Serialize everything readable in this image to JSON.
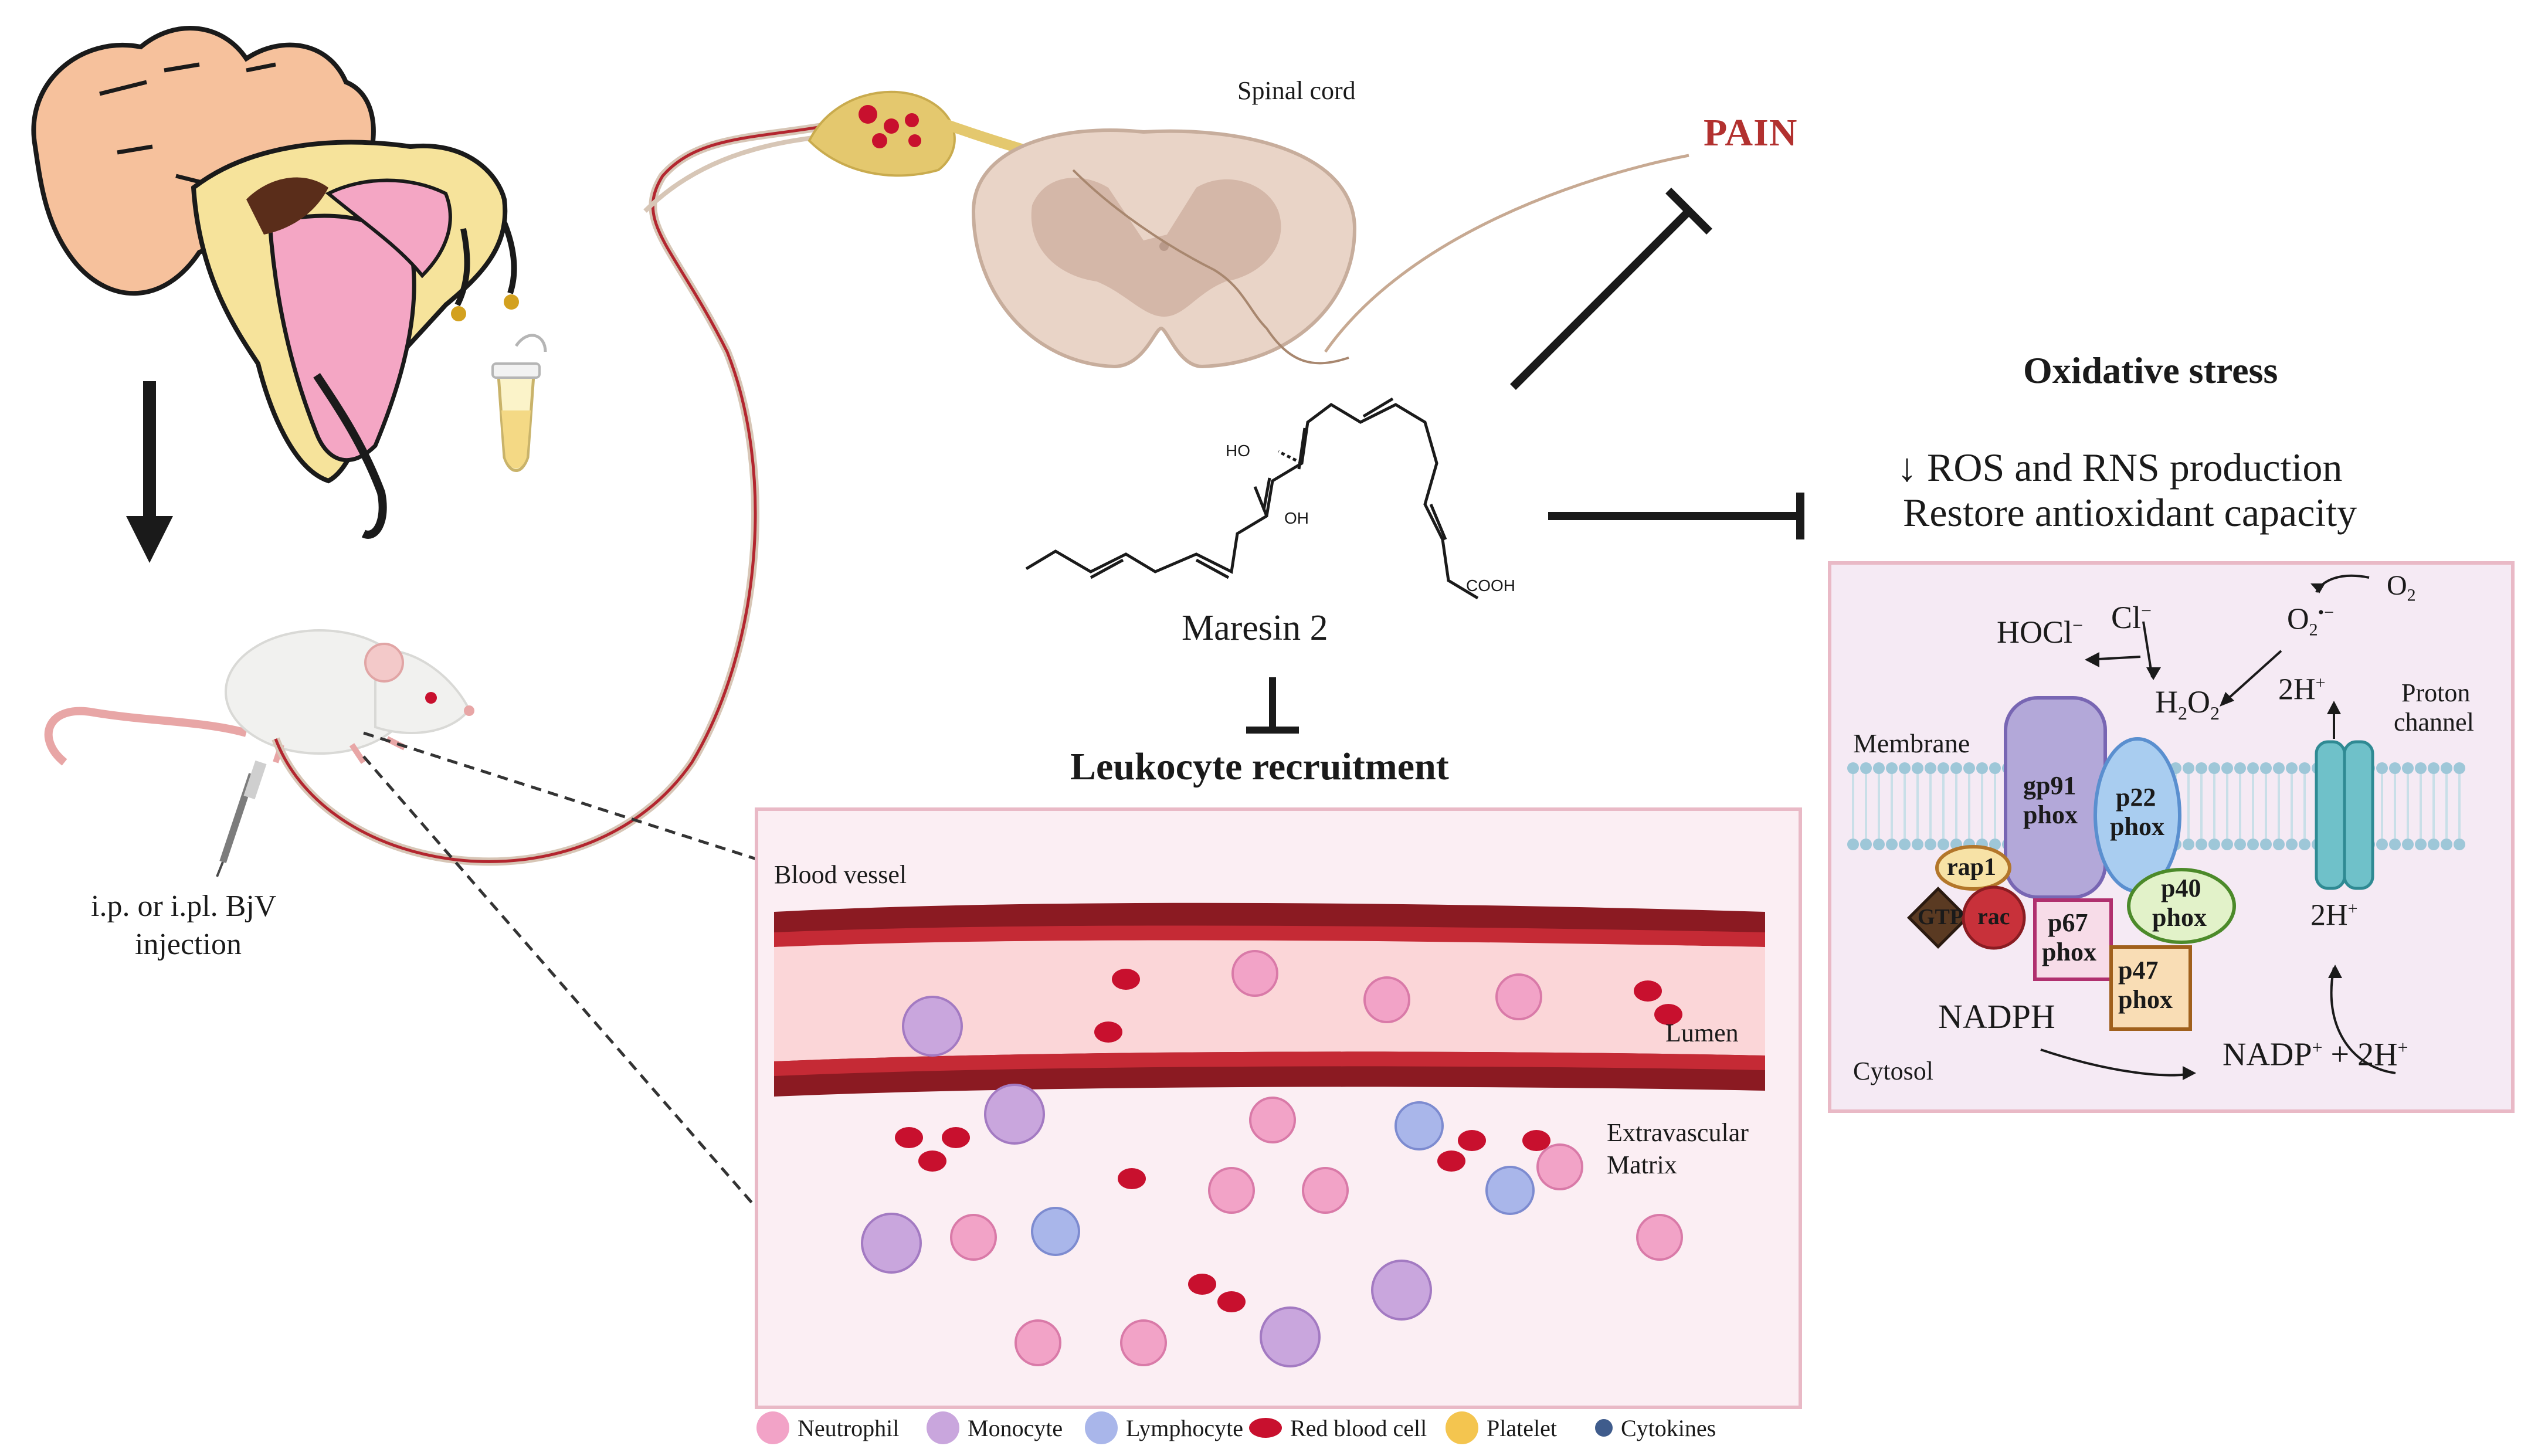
{
  "labels": {
    "spinal_cord": "Spinal cord",
    "pain": "PAIN",
    "maresin": "Maresin 2",
    "leukocyte": "Leukocyte recruitment",
    "oxidative": "Oxidative stress",
    "ros": "↓ ROS and RNS production",
    "antioxidant": "Restore antioxidant capacity",
    "injection_line1": "i.p. or i.pl. BjV",
    "injection_line2": "injection",
    "blood_vessel": "Blood vessel",
    "lumen": "Lumen",
    "extra_line1": "Extravascular",
    "extra_line2": "Matrix"
  },
  "molecule": {
    "ho": "HO",
    "oh": "OH",
    "cooh": "COOH"
  },
  "oxidative_panel": {
    "o2": "O",
    "o2_sub": "2",
    "superoxide": "O",
    "superoxide_sub": "2",
    "superoxide_sup": "•−",
    "hocl": "HOCl",
    "hocl_sup": "−",
    "cl": "Cl",
    "cl_sup": "−",
    "h2o2_h": "H",
    "h2o2_sub1": "2",
    "h2o2_o": "O",
    "h2o2_sub2": "2",
    "two_h_top": "2H",
    "two_h_top_sup": "+",
    "proton_line1": "Proton",
    "proton_line2": "channel",
    "membrane": "Membrane",
    "cytosol": "Cytosol",
    "nadph": "NADPH",
    "nadp": "NADP",
    "nadp_sup": "+",
    "nadp_rest": " + 2H",
    "nadp_rest_sup": "+",
    "two_h_bottom": "2H",
    "two_h_bottom_sup": "+",
    "gp91": [
      "gp91",
      "phox"
    ],
    "p22": [
      "p22",
      "phox"
    ],
    "rap1": "rap1",
    "gtp": "GTP",
    "rac": "rac",
    "p67": [
      "p67",
      "phox"
    ],
    "p40": [
      "p40",
      "phox"
    ],
    "p47": [
      "p47",
      "phox"
    ]
  },
  "legend": [
    {
      "label": "Neutrophil",
      "color": "#f2a3c7"
    },
    {
      "label": "Monocyte",
      "color": "#c9a6dd"
    },
    {
      "label": "Lymphocyte",
      "color": "#a9b6ea"
    },
    {
      "label": "Red blood cell",
      "color": "#c8102e"
    },
    {
      "label": "Platelet",
      "color": "#f4c54f"
    },
    {
      "label": "Cytokines",
      "color": "#3f5c8c"
    }
  ],
  "colors": {
    "vessel_dark": "#8b1a22",
    "vessel_mid": "#c52a35",
    "lumen": "#fbd6d8",
    "matrix": "#fbeef3",
    "panel_border": "#e9b9c6",
    "pain": "#b2312f",
    "oxidative_bg": "#f5eaf4",
    "membrane": "#9ec7d8"
  }
}
